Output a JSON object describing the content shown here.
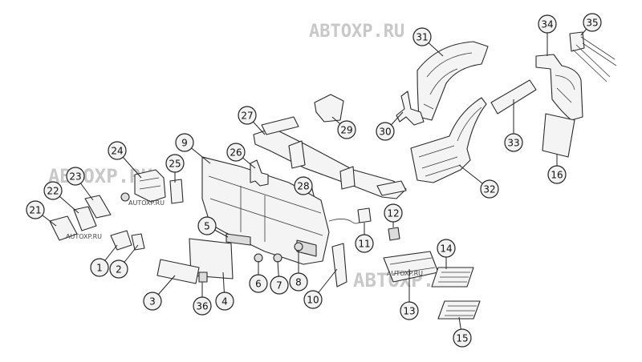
{
  "watermarks": {
    "top": "АВТОХР.RU",
    "mid_left": "АВТОХР.RU",
    "mid_right": "АВТОХР.RU",
    "small_1": "AUTOXP.RU",
    "small_2": "AUTOXP.RU",
    "small_3": "AUTOXP.RU"
  },
  "callouts": [
    {
      "id": "1",
      "label": "1"
    },
    {
      "id": "2",
      "label": "2"
    },
    {
      "id": "3",
      "label": "3"
    },
    {
      "id": "4",
      "label": "4"
    },
    {
      "id": "5",
      "label": "5"
    },
    {
      "id": "6",
      "label": "6"
    },
    {
      "id": "7",
      "label": "7"
    },
    {
      "id": "8",
      "label": "8"
    },
    {
      "id": "9",
      "label": "9"
    },
    {
      "id": "10",
      "label": "10"
    },
    {
      "id": "11",
      "label": "11"
    },
    {
      "id": "12",
      "label": "12"
    },
    {
      "id": "13",
      "label": "13"
    },
    {
      "id": "14",
      "label": "14"
    },
    {
      "id": "15",
      "label": "15"
    },
    {
      "id": "16",
      "label": "16"
    },
    {
      "id": "21",
      "label": "21"
    },
    {
      "id": "22",
      "label": "22"
    },
    {
      "id": "23",
      "label": "23"
    },
    {
      "id": "24",
      "label": "24"
    },
    {
      "id": "25",
      "label": "25"
    },
    {
      "id": "26",
      "label": "26"
    },
    {
      "id": "27",
      "label": "27"
    },
    {
      "id": "28",
      "label": "28"
    },
    {
      "id": "29",
      "label": "29"
    },
    {
      "id": "30",
      "label": "30"
    },
    {
      "id": "31",
      "label": "31"
    },
    {
      "id": "32",
      "label": "32"
    },
    {
      "id": "33",
      "label": "33"
    },
    {
      "id": "34",
      "label": "34"
    },
    {
      "id": "35",
      "label": "35"
    },
    {
      "id": "36",
      "label": "36"
    }
  ]
}
